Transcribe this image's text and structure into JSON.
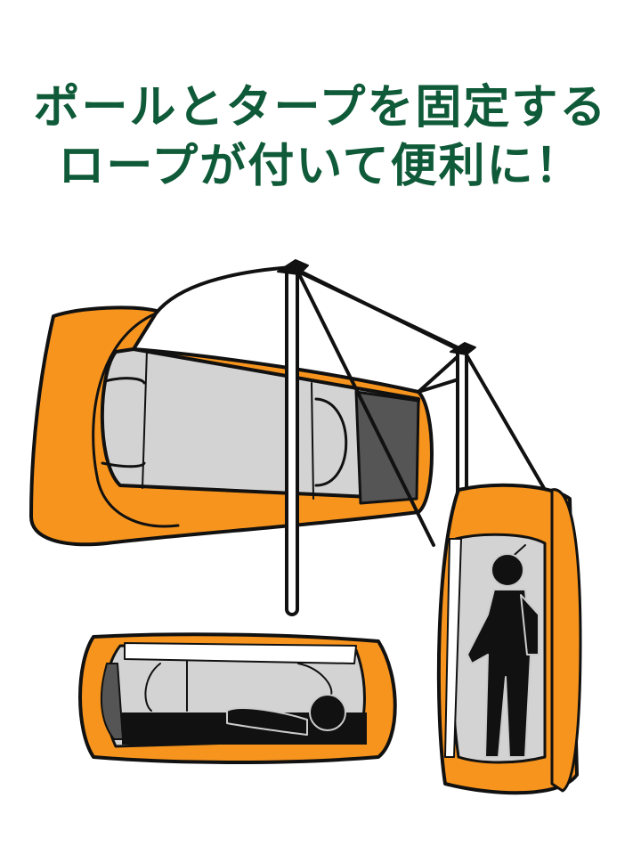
{
  "headline": {
    "line1": "ポールとタープを固定する",
    "line2": "ロープが付いて便利に！",
    "color": "#0f5a38"
  },
  "illustration": {
    "description": "Orange pop-up tent lying on its side with a white tarp fixed to two poles by ropes; below, the same tent lying horizontally with a person sleeping inside, and standing upright with a person standing inside",
    "colors": {
      "tent_orange": "#f7941d",
      "interior_gray": "#d3d3d3",
      "dark_gray": "#555555",
      "outline": "#111111",
      "tarp": "#ffffff"
    },
    "icons": [
      "tent-icon",
      "tarp-icon",
      "pole-icon",
      "rope-icon",
      "sleeping-person-icon",
      "standing-person-icon"
    ]
  }
}
